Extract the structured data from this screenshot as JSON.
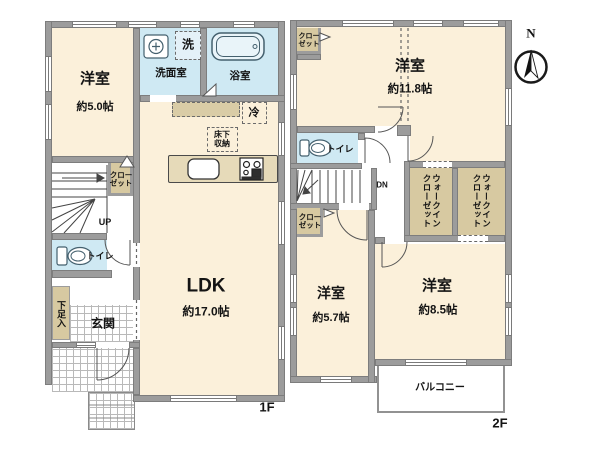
{
  "meta": {
    "type": "floor-plan",
    "colors": {
      "wall": "#9c9c9c",
      "room_cream": "#fbf0da",
      "wet_blue": "#cfe9f3",
      "closet_tan": "#d7c9a1",
      "text": "#141414"
    }
  },
  "compass": {
    "north": "N"
  },
  "f1": {
    "label": "1F",
    "yoshitsu": {
      "name": "洋室",
      "size": "約5.0帖"
    },
    "senmen": {
      "name": "洗面室"
    },
    "sen": {
      "name": "洗"
    },
    "yokushitsu": {
      "name": "浴室"
    },
    "rei": {
      "name": "冷"
    },
    "yukashita": {
      "name": "床下収納"
    },
    "closet": {
      "name": "クローゼット"
    },
    "up": {
      "name": "UP"
    },
    "toilet": {
      "name": "トイレ"
    },
    "gesoku": {
      "name": "下足入"
    },
    "genkan": {
      "name": "玄関"
    },
    "ldk": {
      "name": "LDK",
      "size": "約17.0帖"
    }
  },
  "f2": {
    "label": "2F",
    "closet_top": {
      "name": "クローゼット"
    },
    "yoshitsu_l": {
      "name": "洋室",
      "size": "約11.8帖"
    },
    "toilet": {
      "name": "トイレ"
    },
    "dn": {
      "name": "DN"
    },
    "closet_mid": {
      "name": "クローゼット"
    },
    "wic1": {
      "name": "ウォークインクローゼット"
    },
    "wic2": {
      "name": "ウォークインクローゼット"
    },
    "yoshitsu_s": {
      "name": "洋室",
      "size": "約5.7帖"
    },
    "yoshitsu_m": {
      "name": "洋室",
      "size": "約8.5帖"
    },
    "balcony": {
      "name": "バルコニー"
    }
  }
}
